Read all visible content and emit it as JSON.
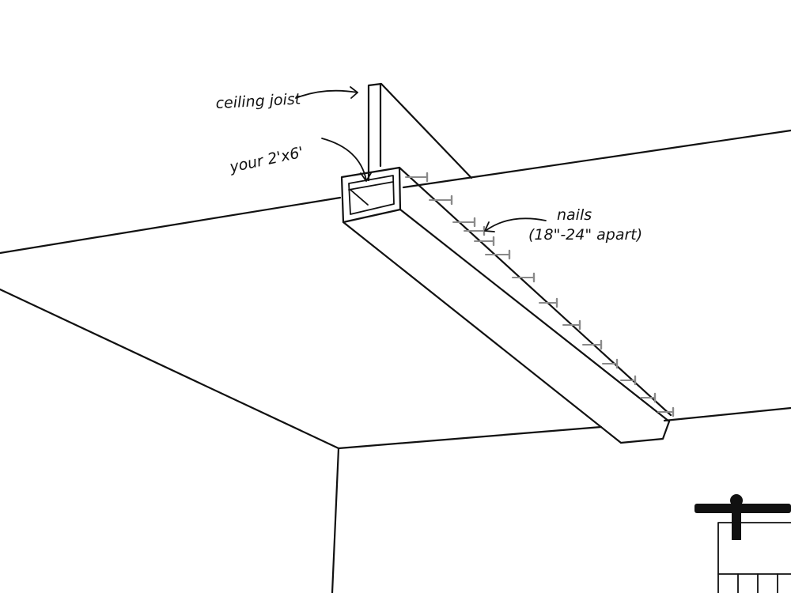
{
  "labels": {
    "ceiling_joist": "ceiling joist",
    "board": "your 2'x6'",
    "nails_line1": "nails",
    "nails_line2": "(18\"-24\" apart)"
  },
  "colors": {
    "line": "#111111",
    "nail": "#8a8a8a",
    "background": "#ffffff",
    "hardware": "#111111"
  },
  "nail_count": 14
}
